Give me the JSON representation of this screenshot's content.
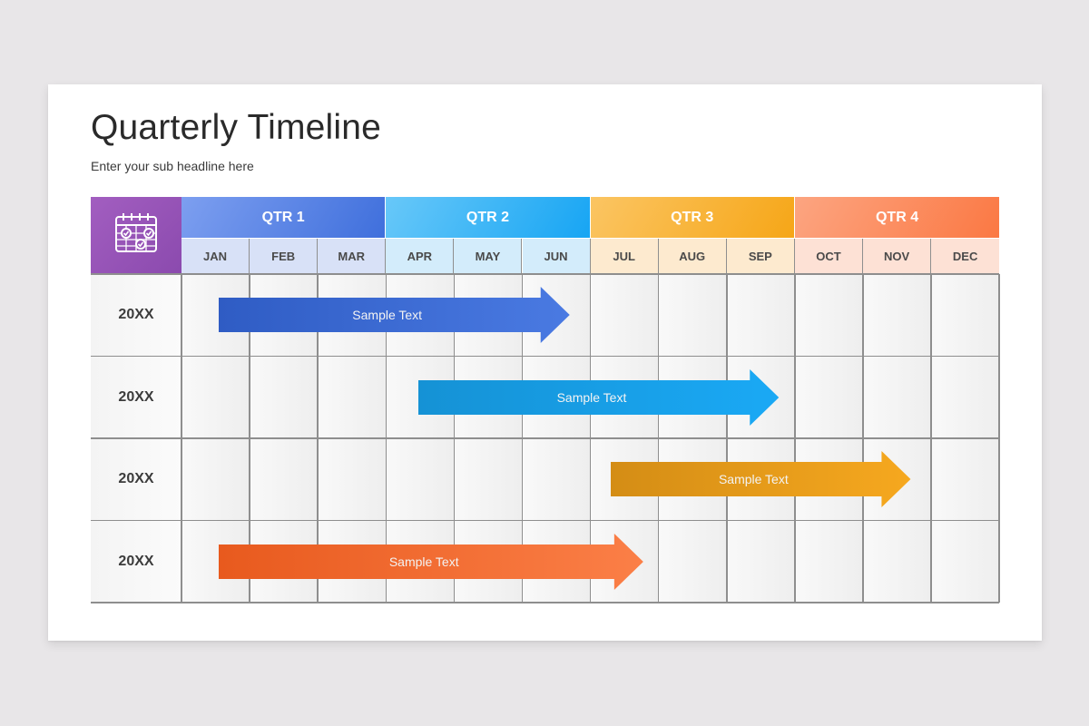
{
  "header": {
    "title": "Quarterly Timeline",
    "subtitle": "Enter your sub headline here"
  },
  "corner": {
    "icon": "calendar-check-icon",
    "color_start": "#a25ec0",
    "color_end": "#8b4aae"
  },
  "quarters": [
    {
      "label": "QTR 1",
      "color_start": "#7d9ff0",
      "color_end": "#3f6fdc",
      "month_bg": "#d8e1f7"
    },
    {
      "label": "QTR 2",
      "color_start": "#68c8f9",
      "color_end": "#17a5f3",
      "month_bg": "#d3ecfb"
    },
    {
      "label": "QTR 3",
      "color_start": "#fbc563",
      "color_end": "#f6a617",
      "month_bg": "#fdeacf"
    },
    {
      "label": "QTR 4",
      "color_start": "#fca581",
      "color_end": "#fb7843",
      "month_bg": "#fde1d5"
    }
  ],
  "months": [
    "JAN",
    "FEB",
    "MAR",
    "APR",
    "MAY",
    "JUN",
    "JUL",
    "AUG",
    "SEP",
    "OCT",
    "NOV",
    "DEC"
  ],
  "rows": [
    {
      "year": "20XX",
      "arrow": {
        "label": "Sample Text",
        "start": 0.55,
        "end": 5.7,
        "color_start": "#2f5cc4",
        "color_end": "#4a7ae2"
      }
    },
    {
      "year": "20XX",
      "arrow": {
        "label": "Sample Text",
        "start": 3.48,
        "end": 8.77,
        "color_start": "#1592d5",
        "color_end": "#1aa9f5"
      }
    },
    {
      "year": "20XX",
      "arrow": {
        "label": "Sample Text",
        "start": 6.3,
        "end": 10.7,
        "color_start": "#d48d15",
        "color_end": "#f6a81f"
      }
    },
    {
      "year": "20XX",
      "arrow": {
        "label": "Sample Text",
        "start": 0.55,
        "end": 6.78,
        "color_start": "#e85a1e",
        "color_end": "#fb7f47"
      }
    }
  ]
}
